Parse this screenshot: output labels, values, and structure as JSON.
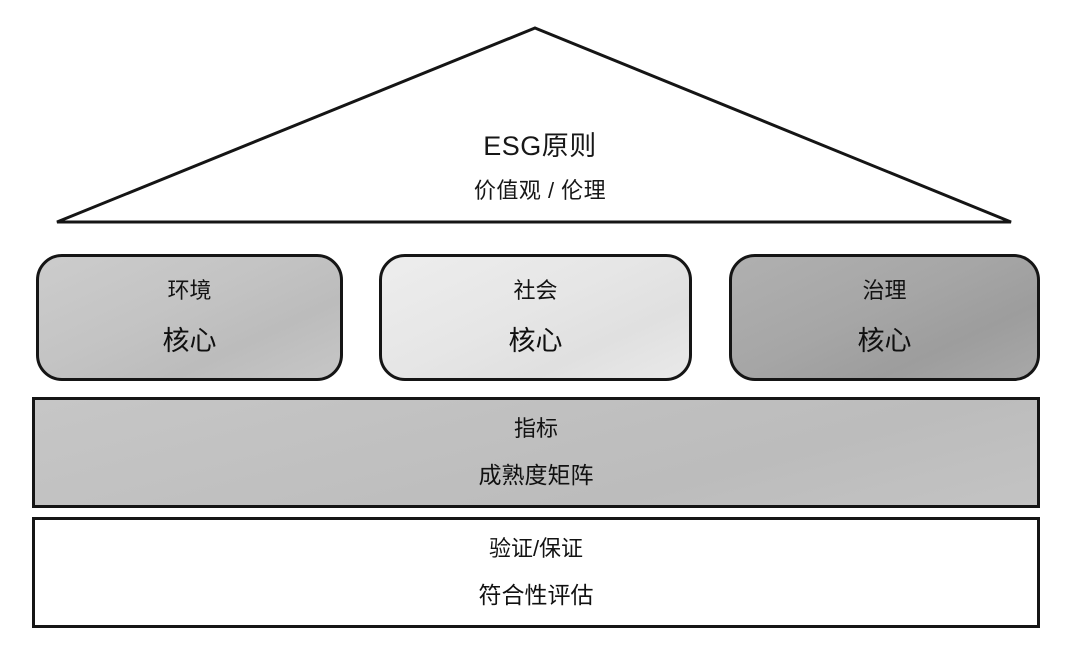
{
  "diagram": {
    "type": "house-framework",
    "roof": {
      "title": "ESG原则",
      "subtitle": "价值观 / 伦理",
      "shape": "triangle",
      "fill": "#ffffff",
      "stroke": "#151515"
    },
    "pillars": [
      {
        "title": "环境",
        "core": "核心",
        "fill": "#c3c3c3",
        "stroke": "#151515"
      },
      {
        "title": "社会",
        "core": "核心",
        "fill": "#e6e6e6",
        "stroke": "#151515"
      },
      {
        "title": "治理",
        "core": "核心",
        "fill": "#a6a6a6",
        "stroke": "#151515"
      }
    ],
    "bands": [
      {
        "title": "指标",
        "subtitle": "成熟度矩阵",
        "fill": "#c0c0c0",
        "stroke": "#151515"
      },
      {
        "title": "验证/保证",
        "subtitle": "符合性评估",
        "fill": "#ffffff",
        "stroke": "#151515"
      }
    ]
  }
}
